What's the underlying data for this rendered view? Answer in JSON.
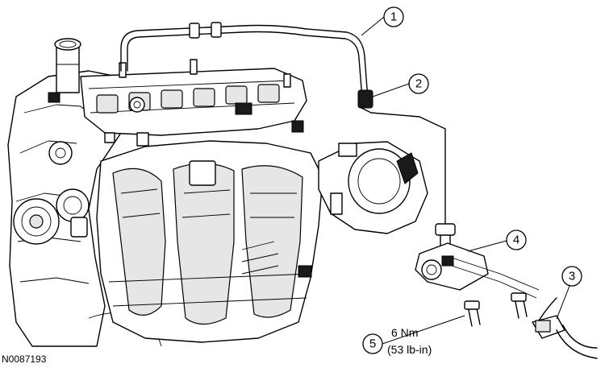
{
  "figure_id": "N0087193",
  "callouts": [
    {
      "number": "1",
      "part": "crankcase vent hose"
    },
    {
      "number": "2",
      "part": "quick connect coupling"
    },
    {
      "number": "3",
      "part": "electrical connector"
    },
    {
      "number": "4",
      "part": "PCV valve / sensor"
    },
    {
      "number": "5",
      "part": "bolt"
    }
  ],
  "torque": {
    "value": "6 Nm",
    "alt": "(53 lb-in)"
  }
}
